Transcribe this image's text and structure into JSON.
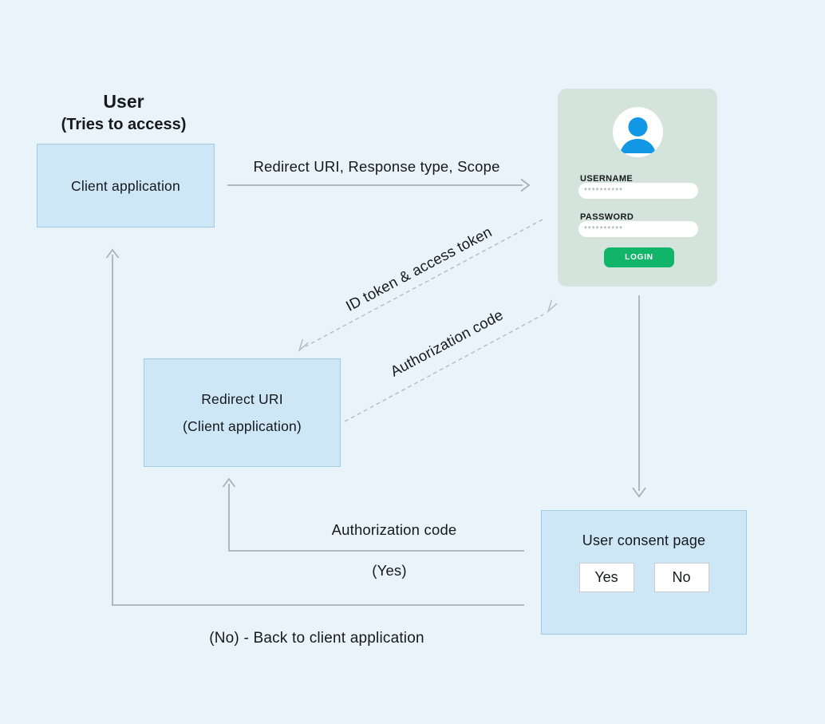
{
  "diagram": {
    "user_heading": {
      "line1": "User",
      "line2": "(Tries to access)"
    },
    "nodes": {
      "client_app": {
        "label": "Client application"
      },
      "redirect_uri": {
        "line1": "Redirect URI",
        "line2": "(Client application)"
      },
      "consent": {
        "title": "User consent page",
        "yes_label": "Yes",
        "no_label": "No"
      }
    },
    "login_card": {
      "username_label": "USERNAME",
      "username_placeholder": "**********",
      "password_label": "PASSWORD",
      "password_placeholder": "**********",
      "login_button": "LOGIN"
    },
    "edges": {
      "request": "Redirect URI, Response type, Scope",
      "id_token": "ID token & access token",
      "auth_code_diagonal": "Authorization code",
      "auth_code_return": "Authorization code",
      "yes_note": "(Yes)",
      "no_note": "(No) - Back to client application"
    },
    "colors": {
      "background": "#e9f3fa",
      "node_fill": "#cee7f7",
      "node_border": "#a3cce2",
      "card_fill": "#d5e3dd",
      "login_green": "#10b569",
      "avatar_blue": "#1197e3",
      "arrow_gray": "#a8b1b8",
      "dashed_gray": "#b3bac0",
      "text": "#16191d"
    }
  }
}
